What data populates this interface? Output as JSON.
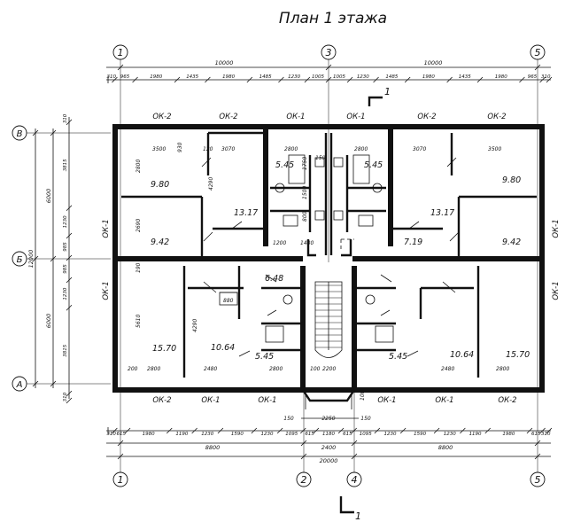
{
  "title": "План 1 этажа",
  "axes": {
    "top": [
      "1",
      "3",
      "5"
    ],
    "bottom": [
      "1",
      "2",
      "4",
      "5"
    ],
    "left": [
      "В",
      "Б",
      "А"
    ]
  },
  "section_mark": "1",
  "dims": {
    "top_overall": [
      "10000",
      "10000"
    ],
    "top_chain": [
      "310",
      "965",
      "1980",
      "1435",
      "1980",
      "1485",
      "1230",
      "1005",
      "1005",
      "1230",
      "1485",
      "1980",
      "1435",
      "1980",
      "965",
      "310"
    ],
    "bottom_chain": [
      "310",
      "615",
      "1980",
      "1190",
      "1230",
      "1590",
      "1230",
      "1095",
      "615",
      "1180",
      "615",
      "1095",
      "1230",
      "1590",
      "1230",
      "1190",
      "1980",
      "615",
      "310"
    ],
    "bottom_mid": [
      "150",
      "2250",
      "150"
    ],
    "bottom_groups": [
      "8800",
      "2400",
      "8800"
    ],
    "bottom_total": "20000",
    "entry_dim": "1000",
    "left_overall": "12000",
    "left_spans": [
      "6000",
      "6000"
    ],
    "left_chain": [
      "310",
      "3815",
      "1230",
      "985",
      "985",
      "1230",
      "3815",
      "310"
    ]
  },
  "room_areas": [
    "9.80",
    "13.17",
    "9.42",
    "5.45",
    "5.45",
    "13.17",
    "9.80",
    "9.42",
    "7.19",
    "6.48",
    "15.70",
    "10.64",
    "5.45",
    "5.45",
    "10.64",
    "15.70"
  ],
  "windows": {
    "top": [
      "ОК-2",
      "ОК-2",
      "ОК-1",
      "ОК-1",
      "ОК-2",
      "ОК-2"
    ],
    "bottom": [
      "ОК-2",
      "ОК-1",
      "ОК-1",
      "ОК-1",
      "ОК-1",
      "ОК-2"
    ],
    "left": [
      "ОК-1",
      "ОК-1"
    ],
    "right": [
      "ОК-1",
      "ОК-1"
    ]
  },
  "inner_dims": [
    "3500",
    "930",
    "3070",
    "2800",
    "2800",
    "3070",
    "3500",
    "2800",
    "1750",
    "1200",
    "1480",
    "2690",
    "4290",
    "1500",
    "800",
    "5610",
    "4290",
    "880",
    "2800",
    "2480",
    "2200",
    "2800",
    "2480",
    "2800",
    "120",
    "200",
    "100",
    "190",
    "150"
  ]
}
